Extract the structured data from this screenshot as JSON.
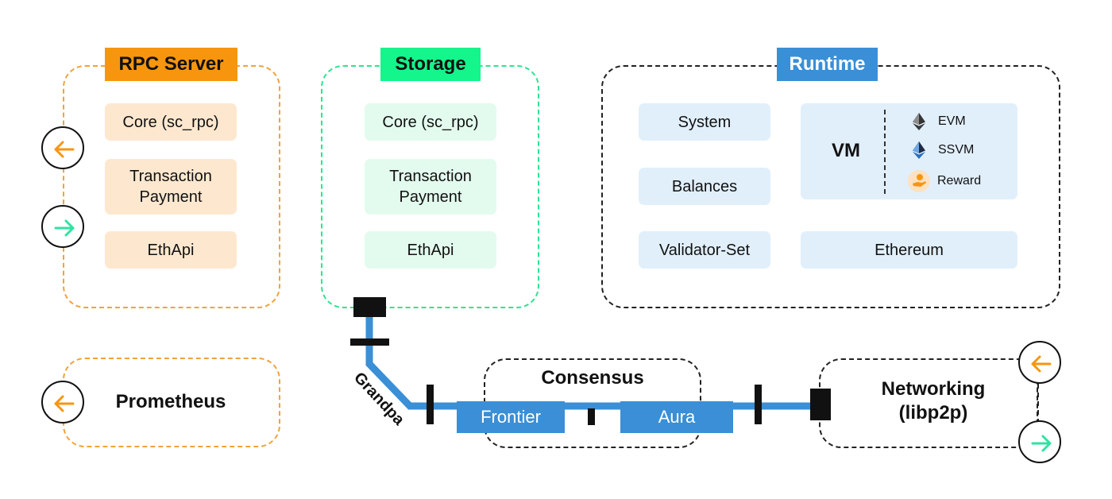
{
  "rpc_server": {
    "title": "RPC Server",
    "items": [
      "Core (sc_rpc)",
      "Transaction\nPayment",
      "EthApi"
    ]
  },
  "storage": {
    "title": "Storage",
    "items": [
      "Core (sc_rpc)",
      "Transaction\nPayment",
      "EthApi"
    ]
  },
  "runtime": {
    "title": "Runtime",
    "items": [
      "System",
      "Balances",
      "Validator-Set",
      "Ethereum"
    ],
    "vm": {
      "label": "VM",
      "items": [
        {
          "label": "EVM",
          "icon": "ethereum-icon"
        },
        {
          "label": "SSVM",
          "icon": "ethereum-blue-icon"
        },
        {
          "label": "Reward",
          "icon": "reward-hand-icon"
        }
      ]
    }
  },
  "prometheus": {
    "title": "Prometheus"
  },
  "consensus": {
    "title": "Consensus",
    "items": [
      "Frontier",
      "Aura"
    ]
  },
  "networking": {
    "title": "Networking\n(libp2p)"
  },
  "bus": {
    "label": "Grandpa",
    "color": "#3a8fd6",
    "connector_color": "#111111"
  },
  "colors": {
    "rpc_accent": "#f7960e",
    "storage_accent": "#14f58b",
    "runtime_accent": "#3a8fd6",
    "arrow_in": "#f7960e",
    "arrow_out": "#2fe3a2"
  },
  "icons": {
    "inbound": "arrow-left-icon",
    "outbound": "arrow-right-icon"
  }
}
